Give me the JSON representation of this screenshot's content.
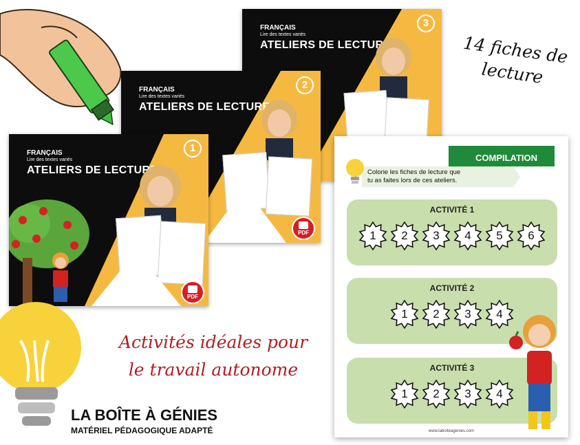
{
  "covers": [
    {
      "category": "FRANÇAIS",
      "subtitle": "Lire des textes variés",
      "title": "ATELIERS DE LECTURE",
      "number": "3"
    },
    {
      "category": "FRANÇAIS",
      "subtitle": "Lire des textes variés",
      "title": "ATELIERS DE LECTURE",
      "number": "2",
      "pdf": "PDF"
    },
    {
      "category": "FRANÇAIS",
      "subtitle": "Lire des textes variés",
      "title": "ATELIERS DE LECTURE",
      "number": "1",
      "pdf": "PDF"
    }
  ],
  "handwritten": {
    "fiches_line1": "14 fiches de",
    "fiches_line2": "lecture",
    "activites_line1": "Activités idéales pour",
    "activites_line2": "le travail autonome"
  },
  "brand": {
    "name": "LA BOÎTE À GÉNIES",
    "tagline": "MATÉRIEL PÉDAGOGIQUE ADAPTÉ"
  },
  "compilation": {
    "banner": "COMPILATION",
    "instruction_line1": "Colorie les fiches de lecture que",
    "instruction_line2": "tu as faites lors de ces ateliers.",
    "activities": [
      {
        "label": "ACTIVITÉ 1",
        "items": [
          "1",
          "2",
          "3",
          "4",
          "5",
          "6"
        ]
      },
      {
        "label": "ACTIVITÉ 2",
        "items": [
          "1",
          "2",
          "3",
          "4"
        ]
      },
      {
        "label": "ACTIVITÉ 3",
        "items": [
          "1",
          "2",
          "3",
          "4"
        ]
      }
    ],
    "footer": "www.laboiteagenies.com"
  },
  "colors": {
    "cover_yellow": "#f5b942",
    "cover_black": "#0d0d0d",
    "band_green": "#c8deac",
    "banner_green": "#1f8a3a",
    "handwriting_red": "#b01e23",
    "bulb_yellow": "#f7d23a",
    "pdf_red": "#d41f26"
  }
}
